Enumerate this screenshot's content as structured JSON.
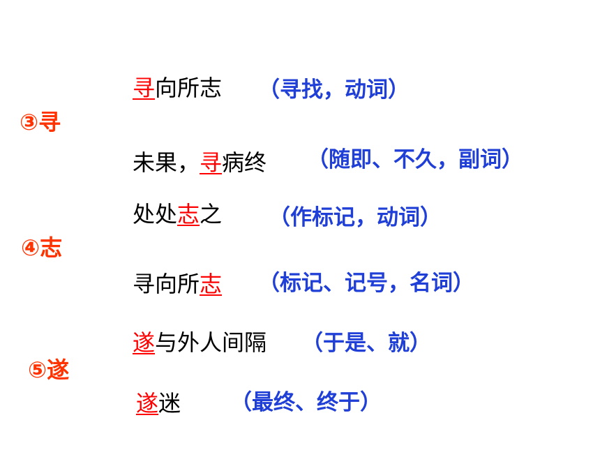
{
  "rows": [
    {
      "pre": "",
      "hl": "寻",
      "post": "向所志",
      "note": "（寻找，动词）"
    },
    {
      "pre": "未果，",
      "hl": "寻",
      "post": "病终",
      "note": "（随即、不久，副词）"
    },
    {
      "pre": "处处",
      "hl": "志",
      "post": "之",
      "note": "（作标记，动词）"
    },
    {
      "pre": "寻向所",
      "hl": "志",
      "post": "",
      "note": "（标记、记号，名词）"
    },
    {
      "pre": "",
      "hl": "遂",
      "post": "与外人间隔",
      "note": "（于是、就）"
    },
    {
      "pre": "",
      "hl": "遂",
      "post": "迷",
      "note": "（最终、终于）"
    }
  ],
  "labels": [
    "③寻",
    "④志",
    "⑤遂"
  ],
  "colors": {
    "label": "#ff3300",
    "highlight": "#ff0000",
    "note": "#1f3fd6",
    "text": "#000000"
  }
}
